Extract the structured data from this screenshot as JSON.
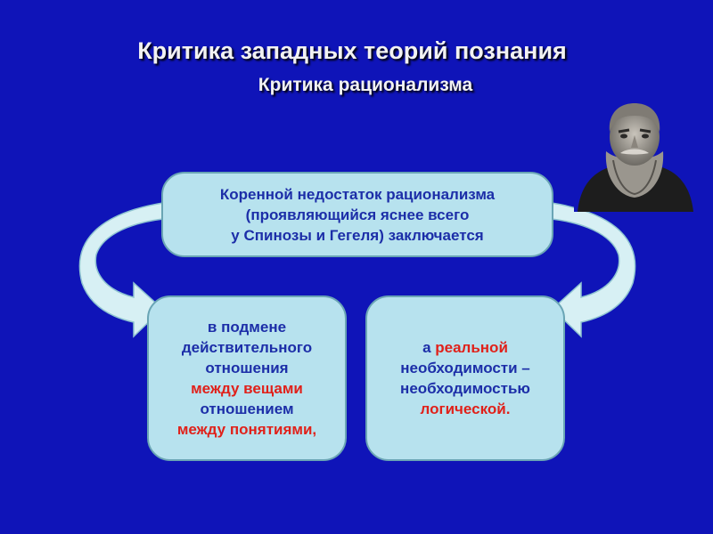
{
  "slide": {
    "title": "Критика западных теорий познания",
    "subtitle": "Критика рационализма",
    "top_box": {
      "line1": "Коренной недостаток рационализма",
      "line2": "(проявляющийся яснее всего",
      "line3": "у Спинозы и Гегеля) заключается"
    },
    "left_box": {
      "line1": "в подмене",
      "line2": "действительного",
      "line3": "отношения",
      "line4": "между вещами",
      "line5": "отношением",
      "line6": "между понятиями,"
    },
    "right_box": {
      "line1_prefix": "а ",
      "line1_red": "реальной",
      "line2": "необходимости –",
      "line3": "необходимостью",
      "line4": "логической."
    },
    "colors": {
      "background": "#0f14b8",
      "box_fill": "#b7e2ee",
      "box_text": "#1c2ea8",
      "highlight": "#e0211a",
      "arrow_fill": "#d7f0f4"
    }
  }
}
